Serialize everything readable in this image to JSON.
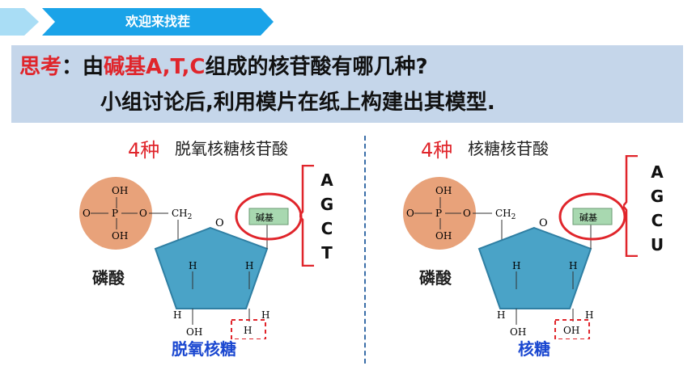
{
  "banner": {
    "title": "欢迎来找茬"
  },
  "question": {
    "prefix": "思考",
    "colon": "：由",
    "highlight": "碱基A,T,C",
    "rest": "组成的核苷酸有哪几种?",
    "line2": "小组讨论后,利用模片在纸上构建出其模型."
  },
  "left": {
    "count": "4种",
    "type": "脱氧核糖核苷酸",
    "bases": [
      "A",
      "G",
      "C",
      "T"
    ],
    "phosphate_label": "磷酸",
    "base_box": "碱基",
    "sugar_name": "脱氧核糖",
    "bottom_group": "H",
    "chem": {
      "oh_top": "OH",
      "p": "P",
      "o_left": "O",
      "o_right": "O",
      "oh_bottom": "OH",
      "ch2": "CH",
      "ch2_sub": "2",
      "ring_o": "O",
      "h": "H",
      "oh_low": "OH"
    }
  },
  "right": {
    "count": "4种",
    "type": "核糖核苷酸",
    "bases": [
      "A",
      "G",
      "C",
      "U"
    ],
    "phosphate_label": "磷酸",
    "base_box": "碱基",
    "sugar_name": "核糖",
    "bottom_group": "OH",
    "chem": {
      "oh_top": "OH",
      "p": "P",
      "o_left": "O",
      "o_right": "O",
      "oh_bottom": "OH",
      "ch2": "CH",
      "ch2_sub": "2",
      "ring_o": "O",
      "h": "H",
      "oh_low": "OH"
    }
  },
  "colors": {
    "banner": "#1aa3e8",
    "question_bg": "#c5d6ea",
    "highlight": "#e0252b",
    "phosphate": "#e8a27a",
    "sugar": "#4aa3c7",
    "base_box": "#a8d8b0",
    "sugar_label": "#1a47d0"
  }
}
